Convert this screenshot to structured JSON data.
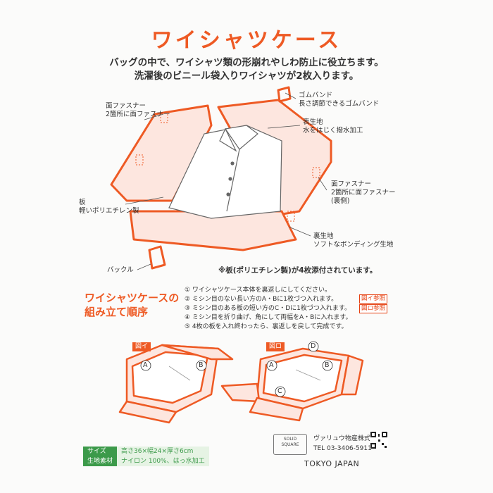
{
  "title": "ワイシャツケース",
  "intro": [
    "バッグの中で、ワイシャツ類の形崩れやしわ防止に役立ちます。",
    "洗濯後のビニール袋入りワイシャツが2枚入ります。"
  ],
  "labels": {
    "zipper_left": [
      "面ファスナー",
      "2箇所に面ファスナー"
    ],
    "rubber_band": [
      "ゴムバンド",
      "長さ調節できるゴムバンド"
    ],
    "outer_fabric": [
      "表生地",
      "水をはじく撥水加工"
    ],
    "zipper_right": [
      "面ファスナー",
      "2箇所に面ファスナー",
      "(裏側)"
    ],
    "lining": [
      "裏生地",
      "ソフトなボンディング生地"
    ],
    "board": [
      "板",
      "軽いポリエチレン製"
    ],
    "buckle": "バックル"
  },
  "note": "※板(ポリエチレン製)が4枚添付されています。",
  "assembly": {
    "heading": [
      "ワイシャツケースの",
      "組み立て順序"
    ],
    "steps": [
      "① ワイシャツケース本体を裏返しにしてください。",
      "② ミシン目のない長い方のA・Bに1枚づつ入れます。",
      "③ ミシン目のある板の短い方のC・Dに1枚づつ入れます。",
      "④ ミシン目を折り曲げ、角にして両幅をA・Bに入れます。",
      "⑤ 4枚の板を入れ終わったら、裏返しを戻して完成です。"
    ],
    "ref_a": "図イ参照",
    "ref_b": "図ロ参照"
  },
  "figures": {
    "a": {
      "tag": "図イ",
      "letters": [
        "A",
        "B"
      ]
    },
    "b": {
      "tag": "図ロ",
      "letters": [
        "A",
        "B",
        "C",
        "D"
      ]
    }
  },
  "spec": {
    "size_key": "サイズ",
    "size_value": "高さ36×幅24×厚さ6cm",
    "material_key": "生地素材",
    "material_value": "ナイロン 100%、はっ水加工"
  },
  "company": {
    "name": "ヴァリュウ物産株式会社",
    "tel": "TEL 03-3406-5911",
    "location": "TOKYO JAPAN"
  },
  "colors": {
    "accent": "#ee5a24",
    "spec_green": "#3c9a4a"
  }
}
